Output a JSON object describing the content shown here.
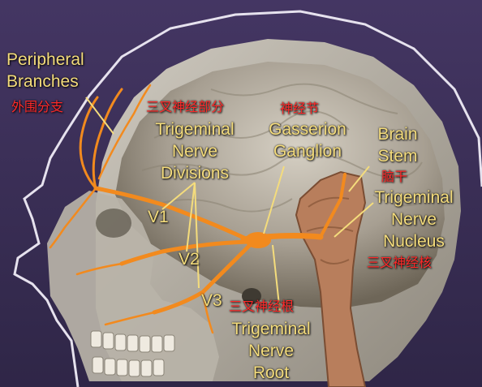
{
  "colors": {
    "background": "#3b2f57",
    "label": "#f4dc7c",
    "chinese_label": "#ff2a2a",
    "nerve": "#f28a1e"
  },
  "labels": {
    "peripheral_branches": [
      "Peripheral",
      "Branches"
    ],
    "peripheral_branches_cn": "外围分支",
    "trigeminal_divisions_cn": "三叉神经部分",
    "trigeminal_divisions": [
      "Trigeminal",
      "Nerve",
      "Divisions"
    ],
    "gasserion_cn": "神经节",
    "gasserion_ganglion": [
      "Gasserion",
      "Ganglion"
    ],
    "brain_stem": [
      "Brain",
      "Stem"
    ],
    "brain_stem_cn": "脑干",
    "trigeminal_nucleus": [
      "Trigeminal",
      "Nerve",
      "Nucleus"
    ],
    "trigeminal_nucleus_cn": "三叉神经核",
    "v1": "V1",
    "v2": "V2",
    "v3": "V3",
    "nerve_root_cn": "三叉神经根",
    "nerve_root": [
      "Trigeminal",
      "Nerve",
      "Root"
    ]
  }
}
